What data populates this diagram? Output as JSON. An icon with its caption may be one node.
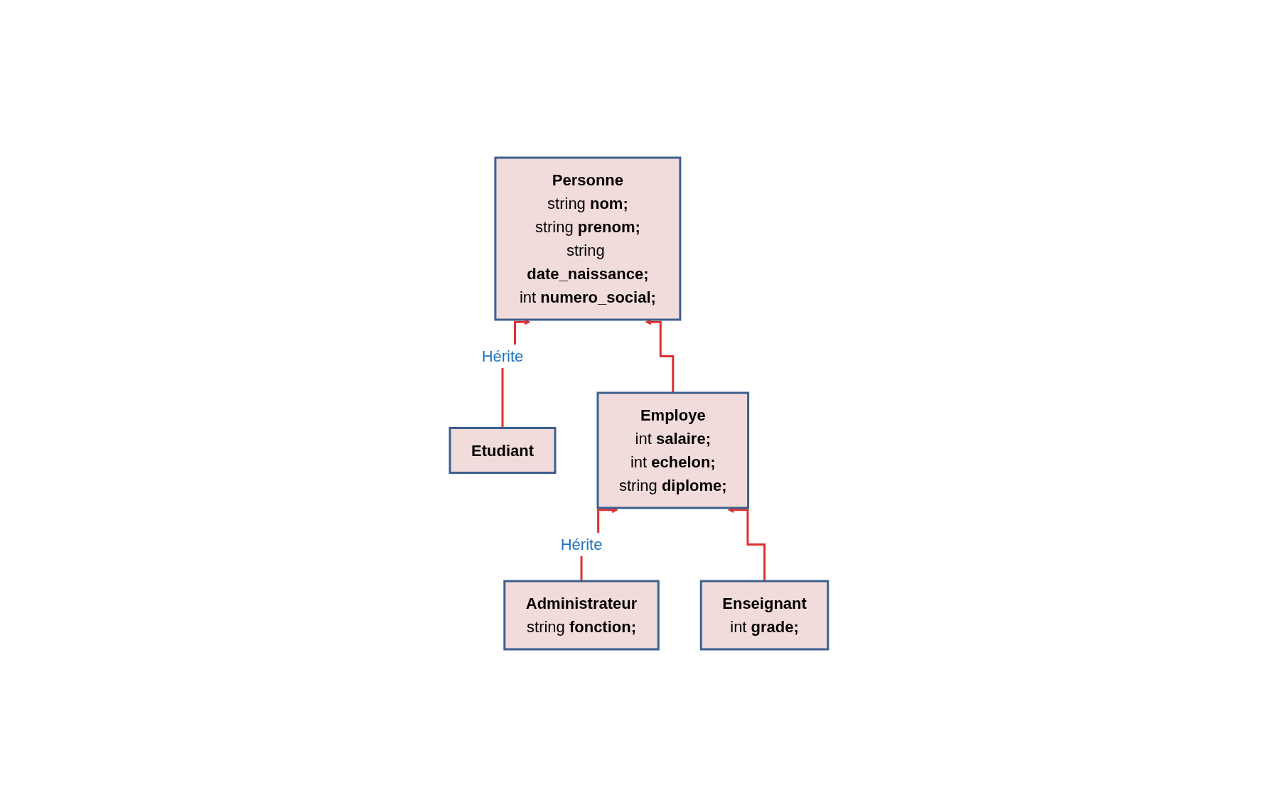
{
  "diagram": {
    "nodes": [
      {
        "text": [
          "Personne",
          "string nom;",
          "string prenom;",
          "string date_naissance;",
          "int numero_social;"
        ]
      },
      {
        "text": [
          "Etudiant"
        ]
      },
      {
        "text": [
          "Employe",
          "int salaire;",
          "int echelon;",
          "string diplome;"
        ]
      },
      {
        "text": [
          "Administrateur",
          "string fonction;"
        ]
      },
      {
        "text": [
          "Enseignant",
          "int grade;"
        ]
      }
    ],
    "edges": [
      {
        "from": 1,
        "to": 0,
        "arrow": "to",
        "label": "Hérite"
      },
      {
        "from": 2,
        "to": 0,
        "arrow": "to"
      },
      {
        "from": 3,
        "to": 2,
        "arrow": "to",
        "label": "Hérite"
      },
      {
        "from": 4,
        "to": 2,
        "arrow": "to"
      }
    ]
  }
}
